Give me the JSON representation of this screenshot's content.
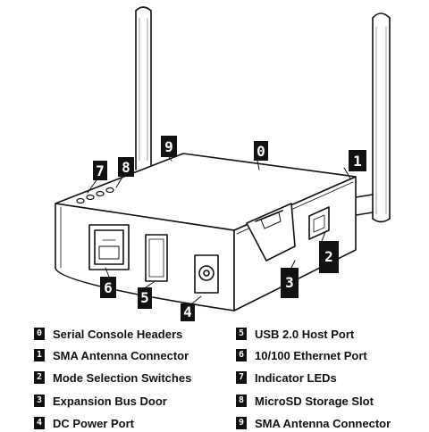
{
  "callouts": [
    {
      "number": "0",
      "label": "Serial Console Headers"
    },
    {
      "number": "1",
      "label": "SMA Antenna Connector"
    },
    {
      "number": "2",
      "label": "Mode Selection Switches"
    },
    {
      "number": "3",
      "label": "Expansion Bus Door"
    },
    {
      "number": "4",
      "label": "DC Power Port"
    },
    {
      "number": "5",
      "label": "USB 2.0 Host Port"
    },
    {
      "number": "6",
      "label": "10/100 Ethernet Port"
    },
    {
      "number": "7",
      "label": "Indicator LEDs"
    },
    {
      "number": "8",
      "label": "MicroSD Storage Slot"
    },
    {
      "number": "9",
      "label": "SMA Antenna Connector"
    }
  ]
}
